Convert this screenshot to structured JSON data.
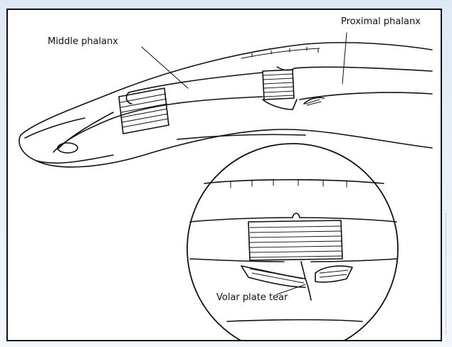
{
  "labels": {
    "middle_phalanx": "Middle phalanx",
    "proximal_phalanx": "Proximal phalanx",
    "volar_plate_tear": "Volar plate tear"
  }
}
